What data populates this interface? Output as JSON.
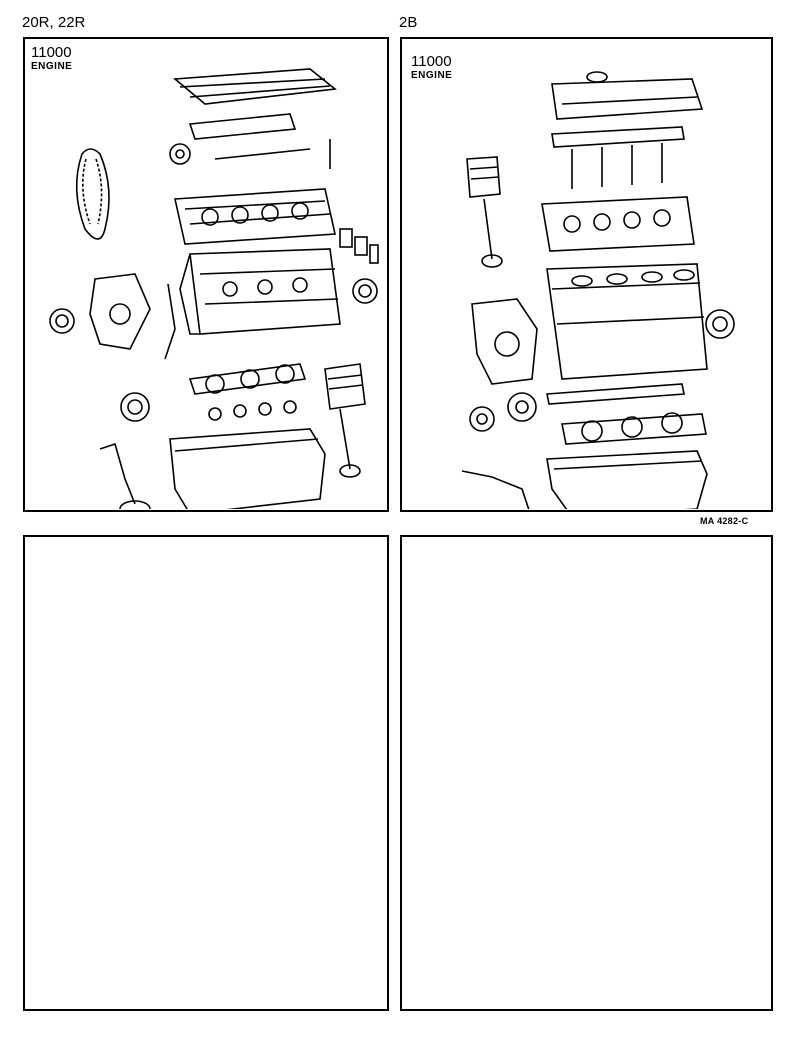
{
  "left": {
    "model_label": "20R, 22R",
    "code": "11000",
    "name": "ENGINE"
  },
  "right": {
    "model_label": "2B",
    "code": "11000",
    "name": "ENGINE"
  },
  "reference": "MA 4282-C"
}
